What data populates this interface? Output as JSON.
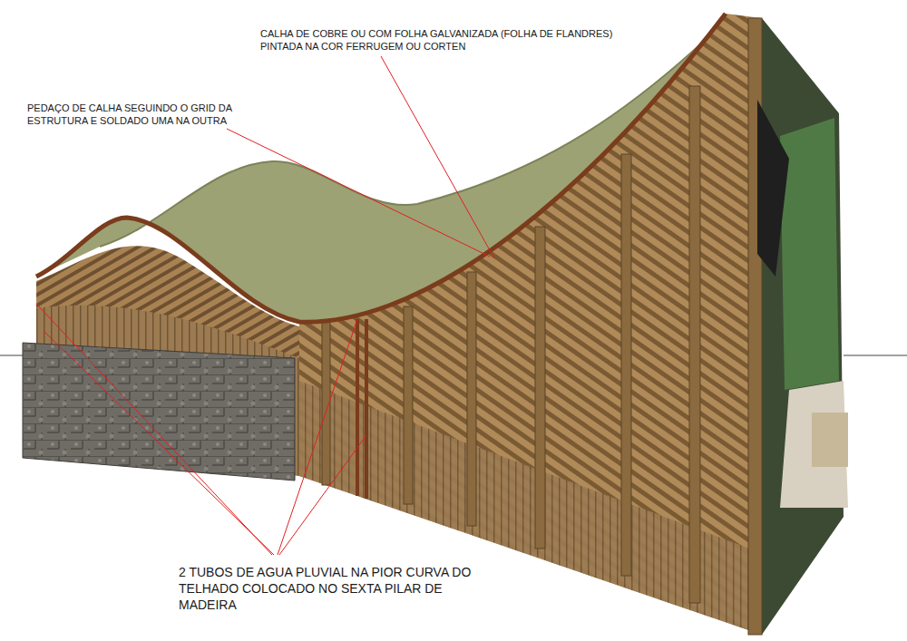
{
  "diagram": {
    "labels": [
      "CALHA DE COBRE OU COM FOLHA GALVANIZADA (FOLHA DE FLANDRES) PINTADA NA COR FERRUGEM OU CORTEN",
      "PEDAÇO DE CALHA SEGUINDO O GRID DA ESTRUTURA E SOLDADO UMA NA OUTRA",
      "2 TUBOS DE AGUA PLUVIAL NA PIOR CURVA DO TELHADO COLOCADO NO SEXTA PILAR DE MADEIRA"
    ]
  }
}
